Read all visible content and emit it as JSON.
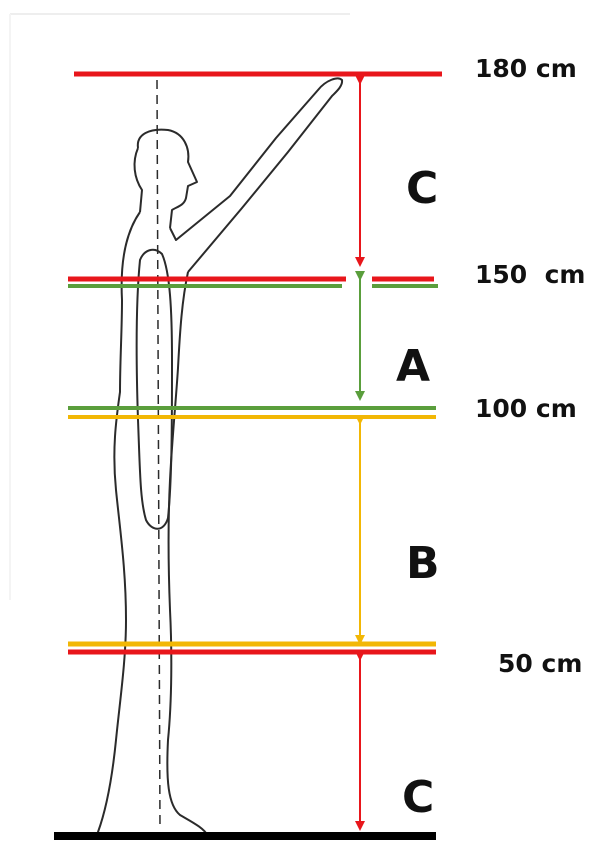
{
  "heights": {
    "h180": "180 cm",
    "h150": "150  cm",
    "h100": "100 cm",
    "h50": "50 cm"
  },
  "zones": {
    "upper": "C",
    "middle": "A",
    "lower": "B",
    "bottom": "C"
  },
  "colors": {
    "zone_c": "#e8161b",
    "zone_a": "#5a9e3c",
    "zone_b": "#f2b705",
    "floor": "#000000",
    "figure": "#2b2b2b"
  }
}
